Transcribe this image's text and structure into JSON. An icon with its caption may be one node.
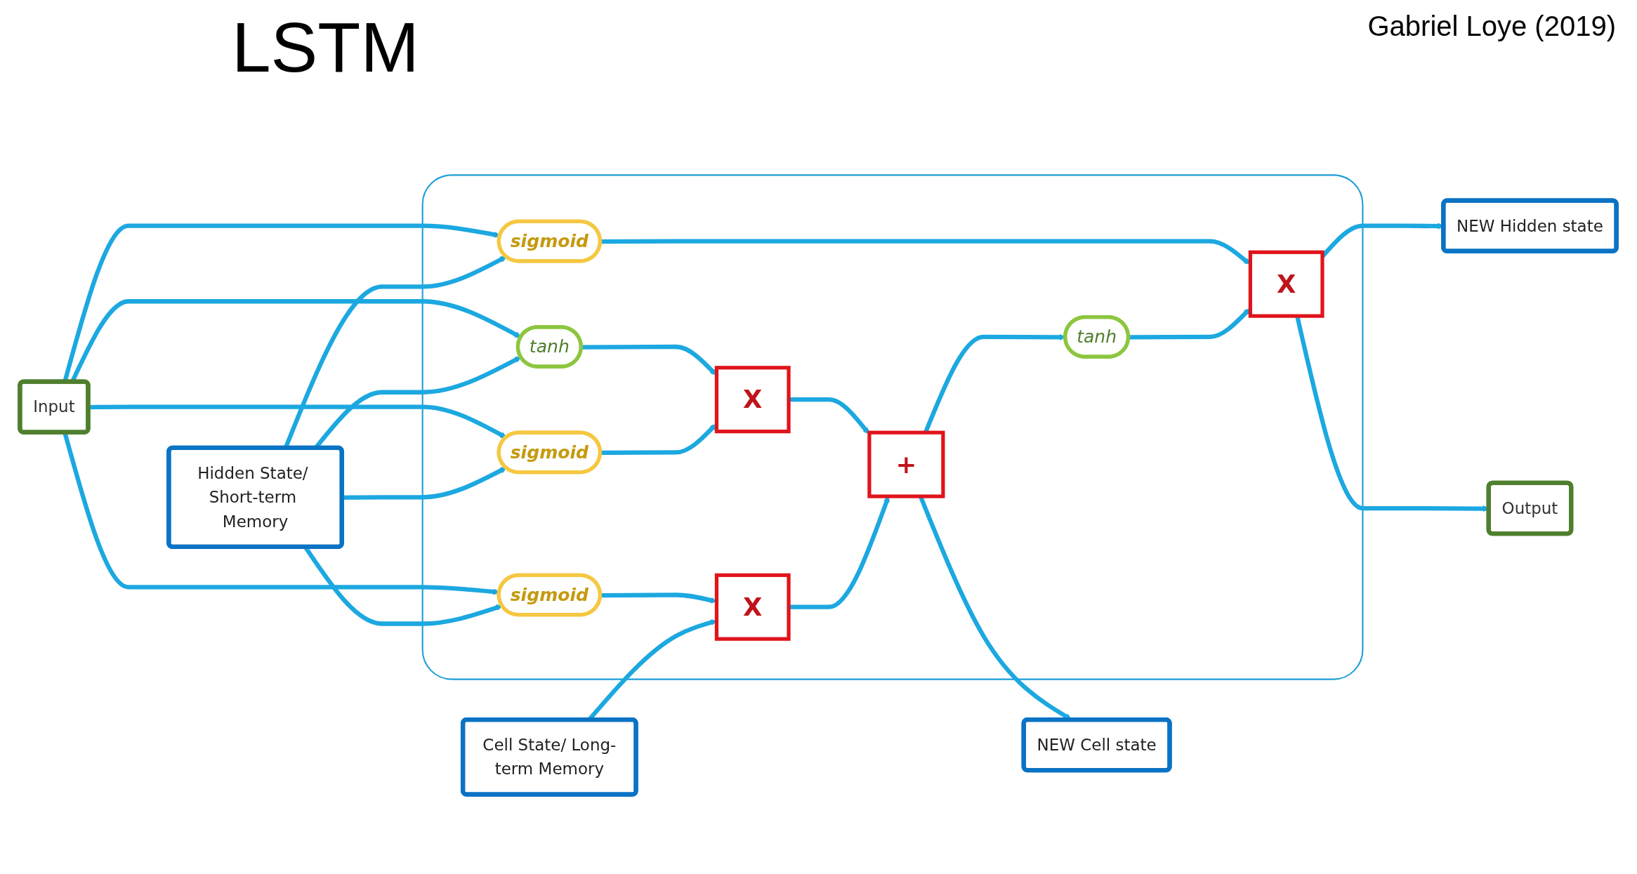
{
  "diagram": {
    "title": "LSTM",
    "nodes": [
      {
        "text": [],
        "shape": "box"
      },
      {
        "text": [
          "Cell State/ Long-term Memory"
        ]
      },
      {
        "text": [
          "Output"
        ]
      },
      {
        "text": [
          "NEW Cell state"
        ]
      },
      {
        "text": [
          "X"
        ],
        "in": 0
      },
      {
        "text": [
          "+"
        ],
        "in": 0
      },
      {
        "text": [
          "tanh"
        ],
        "in": 0
      },
      {
        "text": [
          "X"
        ],
        "in": 0
      },
      {
        "text": [
          "sigmoid"
        ],
        "in": 0
      },
      {
        "text": [
          "sigmoid"
        ],
        "in": 0
      },
      {
        "text": [
          "tanh"
        ],
        "in": 0
      },
      {
        "text": [
          "X"
        ],
        "in": 0
      },
      {
        "text": [
          "NEW Hidden state"
        ]
      },
      {
        "text": [
          "Hidden State/ Short-term Memory"
        ]
      },
      {
        "text": [
          "sigmoid"
        ],
        "in": 0
      },
      {
        "text": [
          "Input"
        ]
      }
    ],
    "edges": [
      {
        "from": 1,
        "to": 4,
        "arrow": "to"
      },
      {
        "from": 4,
        "to": 5,
        "arrow": "to"
      },
      {
        "from": 5,
        "to": 3,
        "arrow": "to"
      },
      {
        "from": 5,
        "to": 6,
        "arrow": "to"
      },
      {
        "from": 6,
        "to": 11,
        "arrow": "to"
      },
      {
        "from": 11,
        "to": 12,
        "arrow": "to"
      },
      {
        "from": 11,
        "to": 2,
        "arrow": "to"
      },
      {
        "from": 8,
        "to": 4,
        "arrow": "to"
      },
      {
        "from": 9,
        "to": 7,
        "arrow": "to"
      },
      {
        "from": 10,
        "to": 7,
        "arrow": "to"
      },
      {
        "from": 7,
        "to": 5,
        "arrow": "to"
      },
      {
        "from": 14,
        "to": 11,
        "arrow": "to"
      },
      {
        "from": 13,
        "to": 8,
        "arrow": "to"
      },
      {
        "from": 13,
        "to": 9,
        "arrow": "to"
      },
      {
        "from": 13,
        "to": 10,
        "arrow": "to"
      },
      {
        "from": 13,
        "to": 14,
        "arrow": "to"
      },
      {
        "from": 15,
        "to": 8,
        "arrow": "to"
      },
      {
        "from": 15,
        "to": 9,
        "arrow": "to"
      },
      {
        "from": 15,
        "to": 10,
        "arrow": "to"
      },
      {
        "from": 15,
        "to": 14,
        "arrow": "to"
      }
    ],
    "labels": [
      "Gabriel Loye (2019)"
    ]
  }
}
